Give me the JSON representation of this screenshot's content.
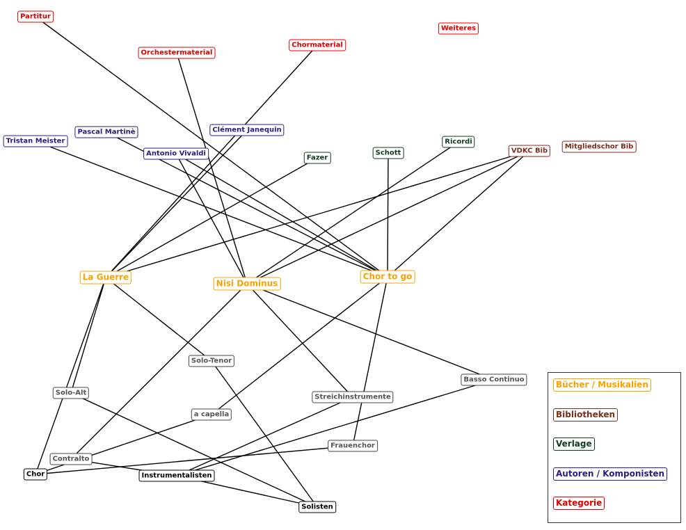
{
  "colors": {
    "book": "#f5a300",
    "library": "#7a2e1c",
    "publisher": "#0e3b1a",
    "author": "#2d1a86",
    "category": "#e00000",
    "role": "#555555",
    "group": "#000000"
  },
  "nodes": [
    {
      "id": "partitur",
      "label": "Partitur",
      "type": "category"
    },
    {
      "id": "orchestermaterial",
      "label": "Orchestermaterial",
      "type": "category"
    },
    {
      "id": "chormaterial",
      "label": "Chormaterial",
      "type": "category"
    },
    {
      "id": "weiteres",
      "label": "Weiteres",
      "type": "category"
    },
    {
      "id": "tristan",
      "label": "Tristan Meister",
      "type": "author"
    },
    {
      "id": "pascal",
      "label": "Pascal Martinè",
      "type": "author"
    },
    {
      "id": "clement",
      "label": "Clément Janequin",
      "type": "author"
    },
    {
      "id": "vivaldi",
      "label": "Antonio Vivaldi",
      "type": "author"
    },
    {
      "id": "fazer",
      "label": "Fazer",
      "type": "publisher"
    },
    {
      "id": "schott",
      "label": "Schott",
      "type": "publisher"
    },
    {
      "id": "ricordi",
      "label": "Ricordi",
      "type": "publisher"
    },
    {
      "id": "vdkc",
      "label": "VDKC Bib",
      "type": "library"
    },
    {
      "id": "mitglied",
      "label": "Mitgliedschor Bib",
      "type": "library"
    },
    {
      "id": "laguerre",
      "label": "La Guerre",
      "type": "book"
    },
    {
      "id": "nisi",
      "label": "Nisi Dominus",
      "type": "book"
    },
    {
      "id": "chortogo",
      "label": "Chor to go",
      "type": "book"
    },
    {
      "id": "solotenor",
      "label": "Solo-Tenor",
      "type": "role"
    },
    {
      "id": "soloalt",
      "label": "Solo-Alt",
      "type": "role"
    },
    {
      "id": "streich",
      "label": "Streichinstrumente",
      "type": "role"
    },
    {
      "id": "basso",
      "label": "Basso Continuo",
      "type": "role"
    },
    {
      "id": "acapella",
      "label": "a capella",
      "type": "role"
    },
    {
      "id": "frauenchor",
      "label": "Frauenchor",
      "type": "role"
    },
    {
      "id": "contralto",
      "label": "Contralto",
      "type": "role"
    },
    {
      "id": "chor",
      "label": "Chor",
      "type": "group"
    },
    {
      "id": "instrumentalisten",
      "label": "Instrumentalisten",
      "type": "group"
    },
    {
      "id": "solisten",
      "label": "Solisten",
      "type": "group"
    }
  ],
  "edges": [
    [
      "partitur",
      "chortogo"
    ],
    [
      "orchestermaterial",
      "nisi"
    ],
    [
      "chormaterial",
      "laguerre"
    ],
    [
      "clement",
      "laguerre"
    ],
    [
      "pascal",
      "chortogo"
    ],
    [
      "tristan",
      "chortogo"
    ],
    [
      "vivaldi",
      "nisi"
    ],
    [
      "vivaldi",
      "chortogo"
    ],
    [
      "fazer",
      "laguerre"
    ],
    [
      "schott",
      "chortogo"
    ],
    [
      "ricordi",
      "nisi"
    ],
    [
      "vdkc",
      "laguerre"
    ],
    [
      "vdkc",
      "nisi"
    ],
    [
      "vdkc",
      "chortogo"
    ],
    [
      "laguerre",
      "chor"
    ],
    [
      "laguerre",
      "soloalt"
    ],
    [
      "laguerre",
      "solotenor"
    ],
    [
      "nisi",
      "contralto"
    ],
    [
      "nisi",
      "streich"
    ],
    [
      "nisi",
      "basso"
    ],
    [
      "chortogo",
      "acapella"
    ],
    [
      "chortogo",
      "frauenchor"
    ],
    [
      "solotenor",
      "solisten"
    ],
    [
      "soloalt",
      "solisten"
    ],
    [
      "acapella",
      "chor"
    ],
    [
      "contralto",
      "instrumentalisten"
    ],
    [
      "frauenchor",
      "chor"
    ],
    [
      "basso",
      "instrumentalisten"
    ],
    [
      "streich",
      "instrumentalisten"
    ],
    [
      "instrumentalisten",
      "solisten"
    ]
  ],
  "legend": [
    {
      "label": "Bücher / Musikalien",
      "type": "book"
    },
    {
      "label": "Bibliotheken",
      "type": "library"
    },
    {
      "label": "Verlage",
      "type": "publisher"
    },
    {
      "label": "Autoren / Komponisten",
      "type": "author"
    },
    {
      "label": "Kategorie",
      "type": "category"
    }
  ]
}
